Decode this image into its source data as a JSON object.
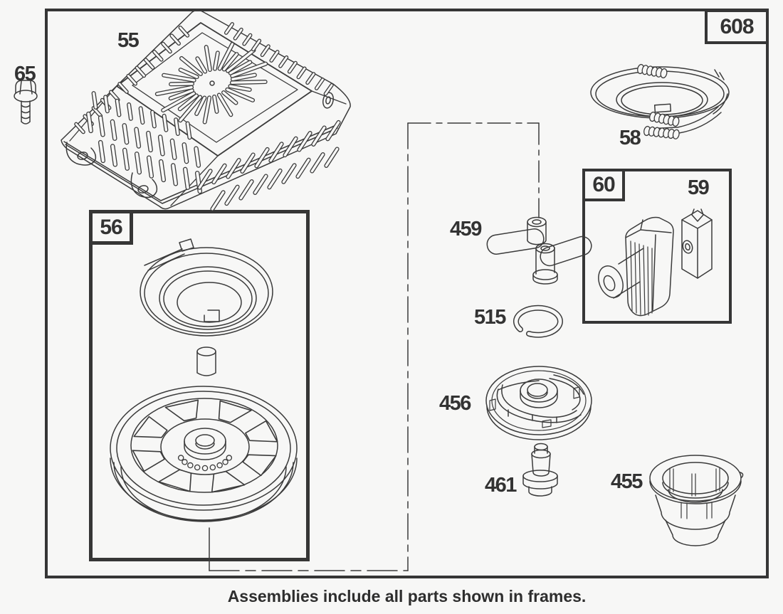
{
  "page": {
    "background": "#f7f7f6",
    "line_color": "#3b3b3b"
  },
  "diagram": {
    "assembly_number": "608",
    "caption": "Assemblies include all parts shown in frames.",
    "frames": {
      "frame56_label": "56",
      "frame60_label": "60"
    },
    "part_labels": {
      "p55": "55",
      "p65": "65",
      "p58": "58",
      "p59": "59",
      "p459": "459",
      "p515": "515",
      "p456": "456",
      "p461": "461",
      "p455": "455"
    }
  }
}
